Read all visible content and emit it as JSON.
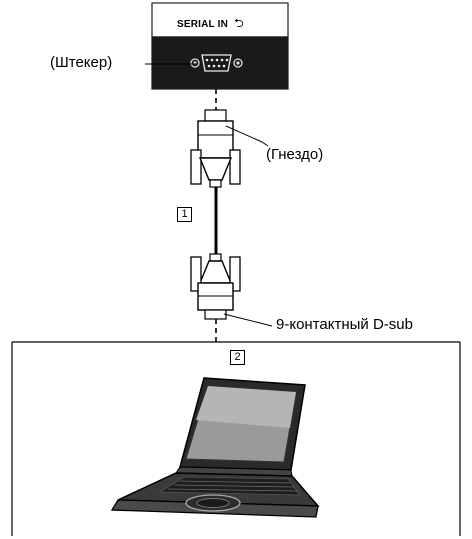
{
  "panel": {
    "port_label": "SERIAL IN",
    "port_icon": "serial-in-arrow-icon"
  },
  "labels": {
    "plug": "(Штекер)",
    "socket": "(Гнездо)",
    "connector": "9-контактный D-sub"
  },
  "callouts": {
    "cable": "1",
    "computer": "2"
  }
}
